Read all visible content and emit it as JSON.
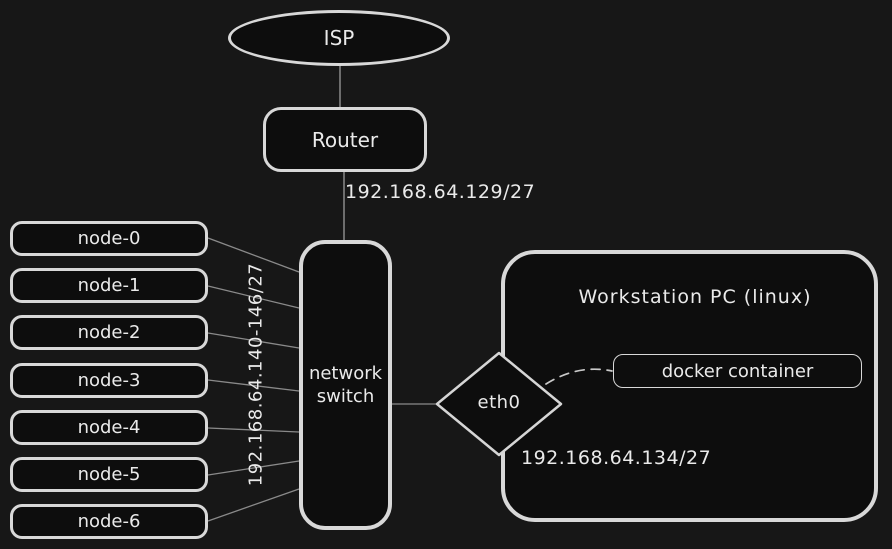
{
  "colors": {
    "background": "#171717",
    "shape_fill": "#0d0d0d",
    "shape_stroke": "#d8d8d8",
    "connector": "#8a8a8a",
    "text": "#eaeaea"
  },
  "diagram": {
    "isp": {
      "label": "ISP"
    },
    "router": {
      "label": "Router"
    },
    "wan_link_label": "192.168.64.129/27",
    "switch": {
      "label": "network switch"
    },
    "nodes": [
      "node-0",
      "node-1",
      "node-2",
      "node-3",
      "node-4",
      "node-5",
      "node-6"
    ],
    "lan_link_label": "192.168.64.140-146/27",
    "workstation": {
      "label": "Workstation PC (linux)",
      "interface": "eth0",
      "ip_label": "192.168.64.134/27",
      "docker": {
        "label": "docker container"
      }
    }
  }
}
